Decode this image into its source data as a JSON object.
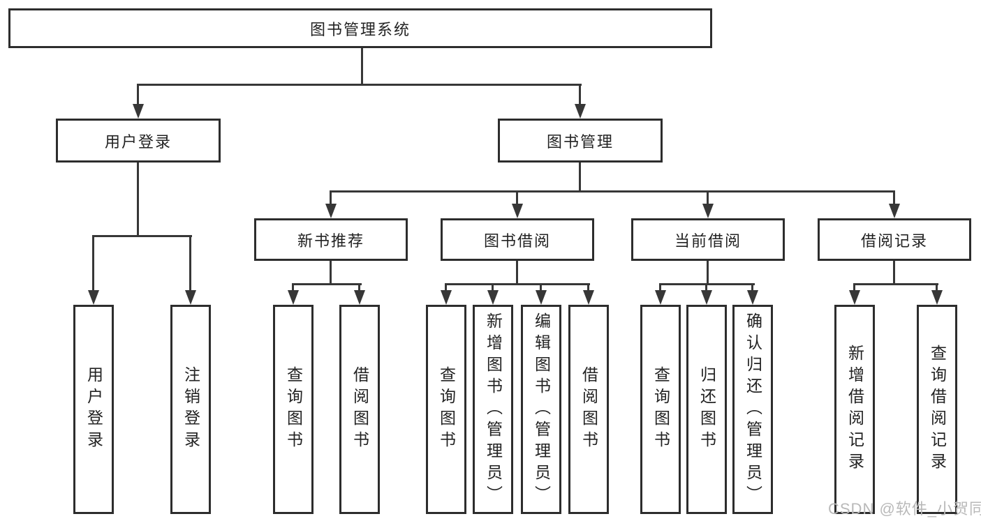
{
  "diagram": {
    "root": "图书管理系统",
    "children": [
      {
        "label": "用户登录",
        "children": [
          "用户登录",
          "注销登录"
        ]
      },
      {
        "label": "图书管理",
        "children": [
          {
            "label": "新书推荐",
            "children": [
              "查询图书",
              "借阅图书"
            ]
          },
          {
            "label": "图书借阅",
            "children": [
              "查询图书",
              "新增图书（管理员）",
              "编辑图书（管理员）",
              "借阅图书"
            ]
          },
          {
            "label": "当前借阅",
            "children": [
              "查询图书",
              "归还图书",
              "确认归还（管理员）"
            ]
          },
          {
            "label": "借阅记录",
            "children": [
              "新增借阅记录",
              "查询借阅记录"
            ]
          }
        ]
      }
    ]
  },
  "watermark": "CSDN @软件_小贺同学",
  "colors": {
    "line": "#373737",
    "border": "#2d2d2d",
    "text": "#222222",
    "watermark": "#b9b9b9",
    "background": "#ffffff"
  }
}
